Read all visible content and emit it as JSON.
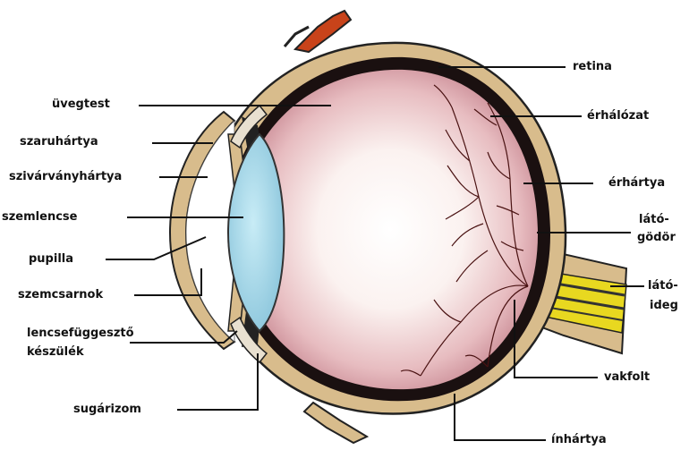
{
  "labels": {
    "uvegtest": "üvegtest",
    "szaruhartya": "szaruhártya",
    "szivarvanyhartya": "szivárványhártya",
    "szemlencse": "szemlencse",
    "pupilla": "pupilla",
    "szemcsarnok": "szemcsarnok",
    "lencsefuggeszto_1": "lencsefüggesztő",
    "lencsefuggeszto_2": "készülék",
    "sugarizom": "sugárizom",
    "retina": "retina",
    "erhalozat": "érhálózat",
    "erhartya": "érhártya",
    "latogodor_1": "látó-",
    "latogodor_2": "gödör",
    "latoideg_1": "látó-",
    "latoideg_2": "ideg",
    "vakfolt": "vakfolt",
    "inhartya": "ínhártya"
  },
  "colors": {
    "sclera": "#d8bc8c",
    "choroid": "#111111",
    "vitreous_center": "#ffffff",
    "vitreous_edge": "#c98a94",
    "lens": "#a8d8e8",
    "nerve": "#e8d820",
    "vessels": "#5a1a1a",
    "lines": "#111111"
  }
}
